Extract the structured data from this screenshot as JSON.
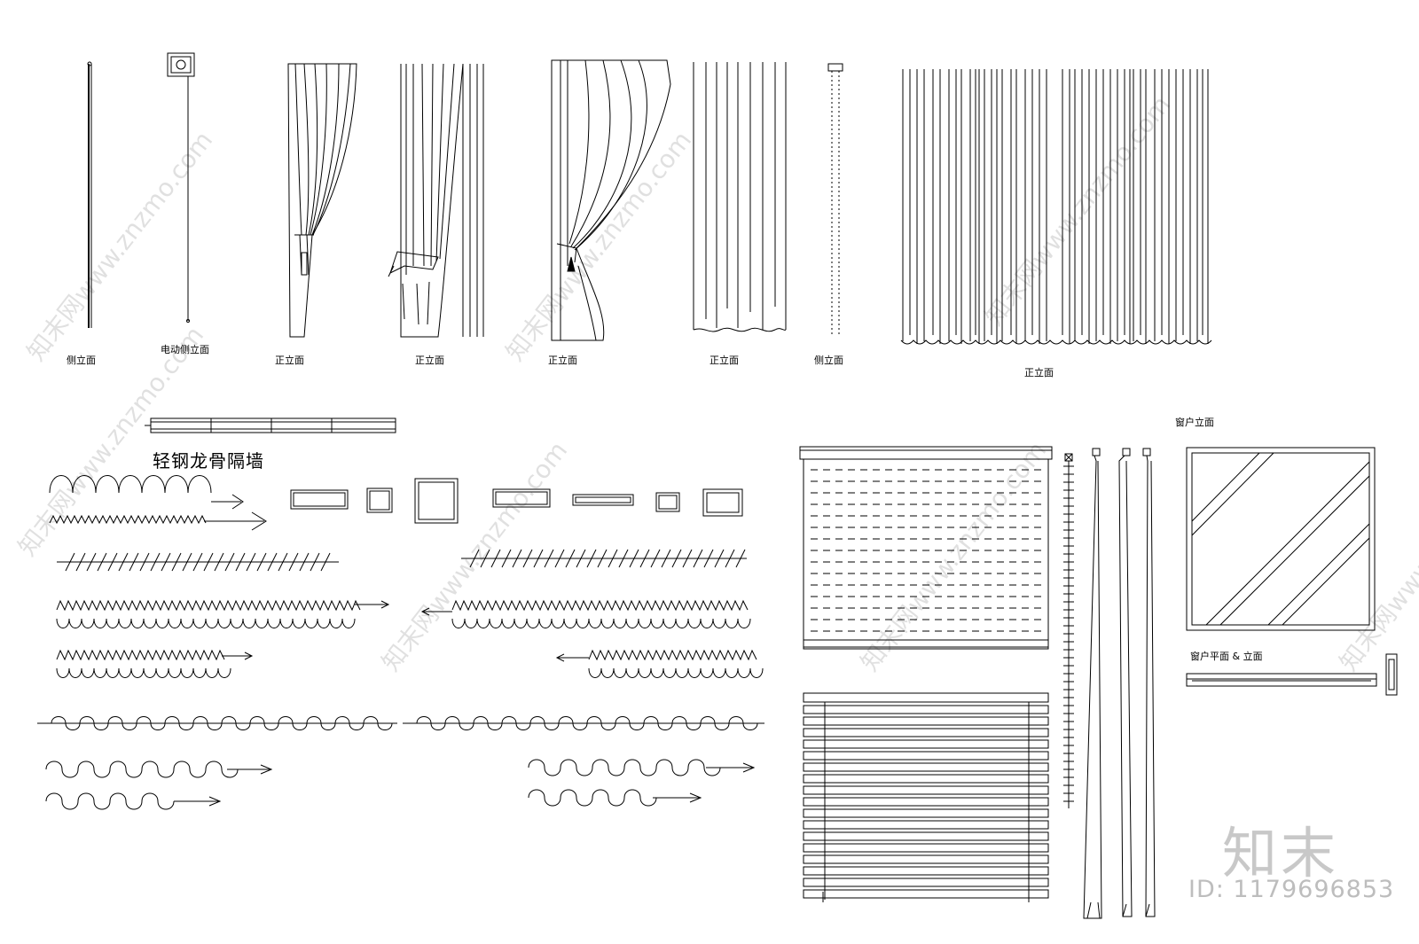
{
  "labels": {
    "side_elevation_1": "侧立面",
    "motor_side_elevation": "电动侧立面",
    "front_elevation_1": "正立面",
    "front_elevation_2": "正立面",
    "front_elevation_3": "正立面",
    "front_elevation_4": "正立面",
    "side_elevation_2": "侧立面",
    "front_elevation_5": "正立面",
    "steel_partition": "轻钢龙骨隔墙",
    "window_elevation": "窗户立面",
    "window_plan_elevation": "窗户平面 & 立面"
  },
  "watermark": {
    "text": "知末网www.znzmo.com",
    "logo": "知末",
    "id": "ID: 1179696853"
  },
  "colors": {
    "line": "#000000",
    "watermark": "#bdbdbd"
  }
}
